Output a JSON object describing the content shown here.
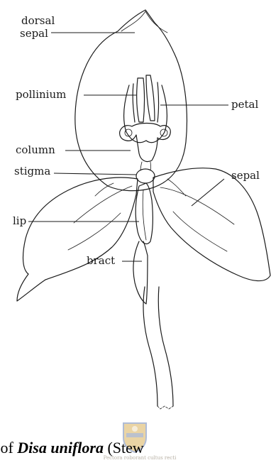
{
  "labels": {
    "dorsal_sepal_1": "dorsal",
    "dorsal_sepal_2": "sepal",
    "pollinium": "pollinium",
    "petal": "petal",
    "column": "column",
    "stigma": "stigma",
    "sepal": "sepal",
    "lip": "lip",
    "bract": "bract"
  },
  "caption": {
    "prefix": "ucture of ",
    "species": "Disa uniflora",
    "suffix": " (Stew"
  },
  "watermark": {
    "motto": "Pectora roborant cultus recti"
  },
  "colors": {
    "ink": "#1a1a1a",
    "watermark_gold": "#d9b25a",
    "watermark_blue": "#6f86b8"
  }
}
